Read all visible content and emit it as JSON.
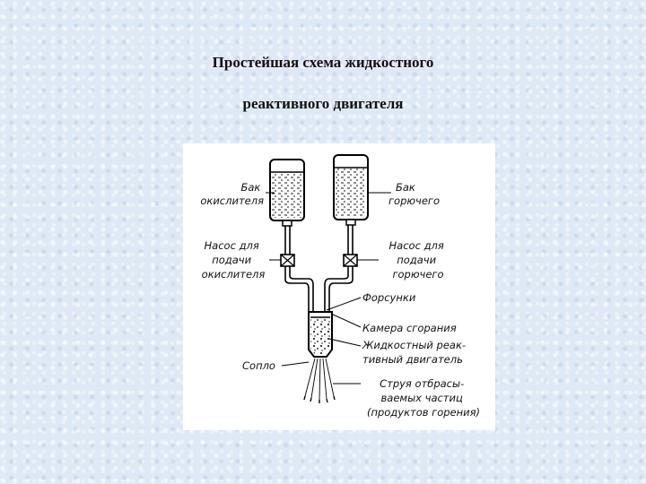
{
  "title": {
    "line1": "Простейшая схема жидкостного",
    "line2": "реактивного двигателя"
  },
  "diagram": {
    "labels": {
      "oxidizer_tank": [
        "Бак",
        "окислителя"
      ],
      "fuel_tank": [
        "Бак",
        "горючего"
      ],
      "oxidizer_pump": [
        "Насос для",
        "подачи",
        "окислителя"
      ],
      "fuel_pump": [
        "Насос для",
        "подачи",
        "горючего"
      ],
      "injectors": "Форсунки",
      "combustion_chamber": "Камера сгорания",
      "engine": [
        "Жидкостный реак-",
        "тивный двигатель"
      ],
      "nozzle": "Сопло",
      "exhaust": [
        "Струя отбрасы-",
        "ваемых частиц",
        "(продуктов горения)"
      ]
    }
  }
}
